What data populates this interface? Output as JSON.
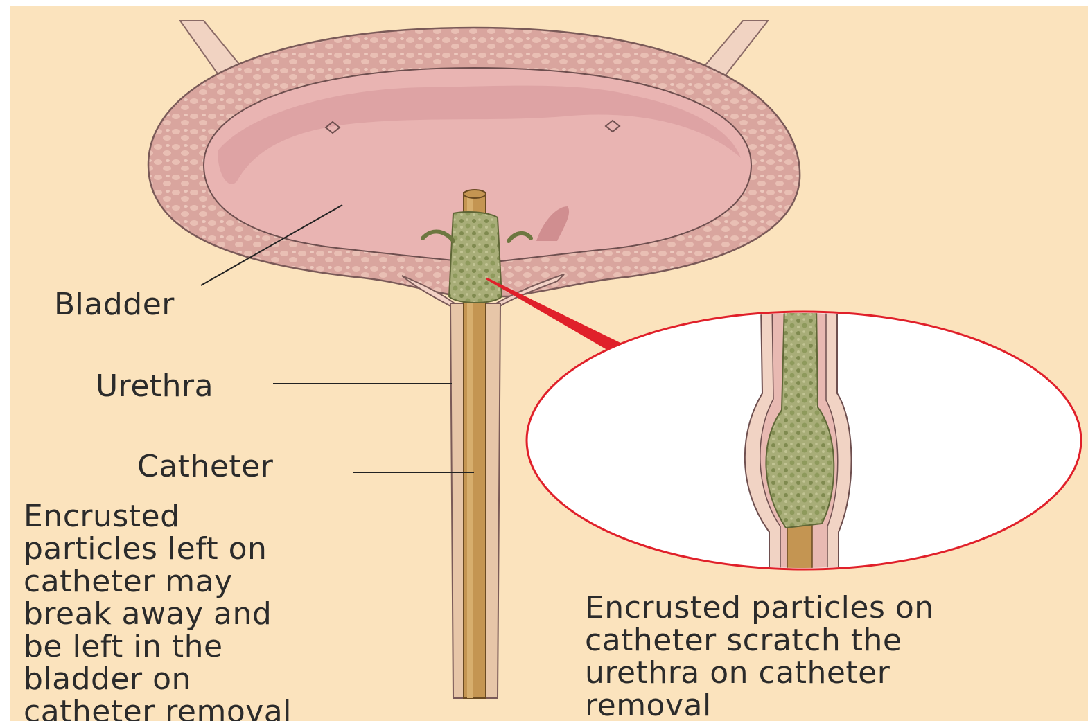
{
  "labels": {
    "bladder": "Bladder",
    "urethra": "Urethra",
    "catheter": "Catheter"
  },
  "captions": {
    "left": [
      "Encrusted",
      "particles left on",
      "catheter may",
      "break away and",
      "be left in the",
      "bladder on",
      "catheter removal"
    ],
    "right": [
      "Encrusted particles on",
      "catheter scratch the",
      "urethra on catheter",
      "removal"
    ]
  },
  "colors": {
    "background": "#fbe3bd",
    "bladder_wall": "#d9a59e",
    "bladder_lumen": "#e8b2b0",
    "catheter": "#c49552",
    "encrustation": "#8f9a62",
    "magnifier_ring": "#e0202a"
  }
}
